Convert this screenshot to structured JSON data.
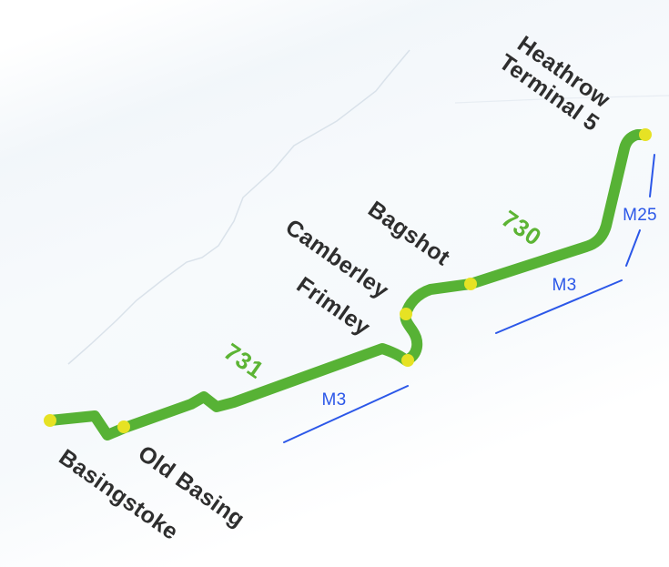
{
  "map": {
    "stops": [
      {
        "id": "basingstoke",
        "label": "Basingstoke"
      },
      {
        "id": "old-basing",
        "label": "Old Basing"
      },
      {
        "id": "frimley",
        "label": "Frimley"
      },
      {
        "id": "camberley",
        "label": "Camberley"
      },
      {
        "id": "bagshot",
        "label": "Bagshot"
      },
      {
        "id": "heathrow-terminal-5",
        "lines": [
          "Heathrow",
          "Terminal 5"
        ]
      }
    ],
    "route_numbers": [
      {
        "id": "731",
        "label": "731"
      },
      {
        "id": "730",
        "label": "730"
      }
    ],
    "motorway_labels": [
      {
        "id": "m3-west",
        "label": "M3"
      },
      {
        "id": "m3-east",
        "label": "M3"
      },
      {
        "id": "m25",
        "label": "M25"
      }
    ],
    "colors": {
      "route_green": "#57b235",
      "stop_yellow": "#e6e224",
      "motorway_blue": "#2b57e8",
      "station_text": "#2e2e2e",
      "boundary_gray": "#d6dfe8"
    }
  }
}
